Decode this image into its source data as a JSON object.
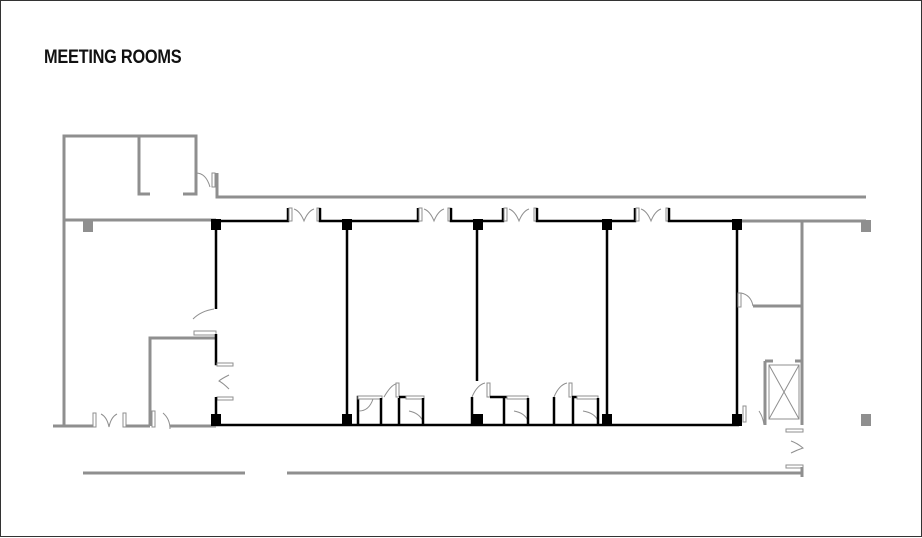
{
  "page": {
    "title": "MEETING ROOMS"
  },
  "colors": {
    "existing_wall": "#8f8f8f",
    "meeting_room_wall": "#000000",
    "frame_border": "#333333",
    "background": "#ffffff"
  },
  "floor_plan": {
    "meeting_rooms_count": 4,
    "meeting_rooms": [
      {
        "id": "room-1",
        "x_range": [
          215,
          346
        ]
      },
      {
        "id": "room-2",
        "x_range": [
          346,
          476
        ]
      },
      {
        "id": "room-3",
        "x_range": [
          476,
          606
        ]
      },
      {
        "id": "room-4",
        "x_range": [
          606,
          736
        ]
      }
    ],
    "features": [
      "corridor",
      "double-doors",
      "structural-columns",
      "elevator",
      "storage-closets"
    ]
  }
}
